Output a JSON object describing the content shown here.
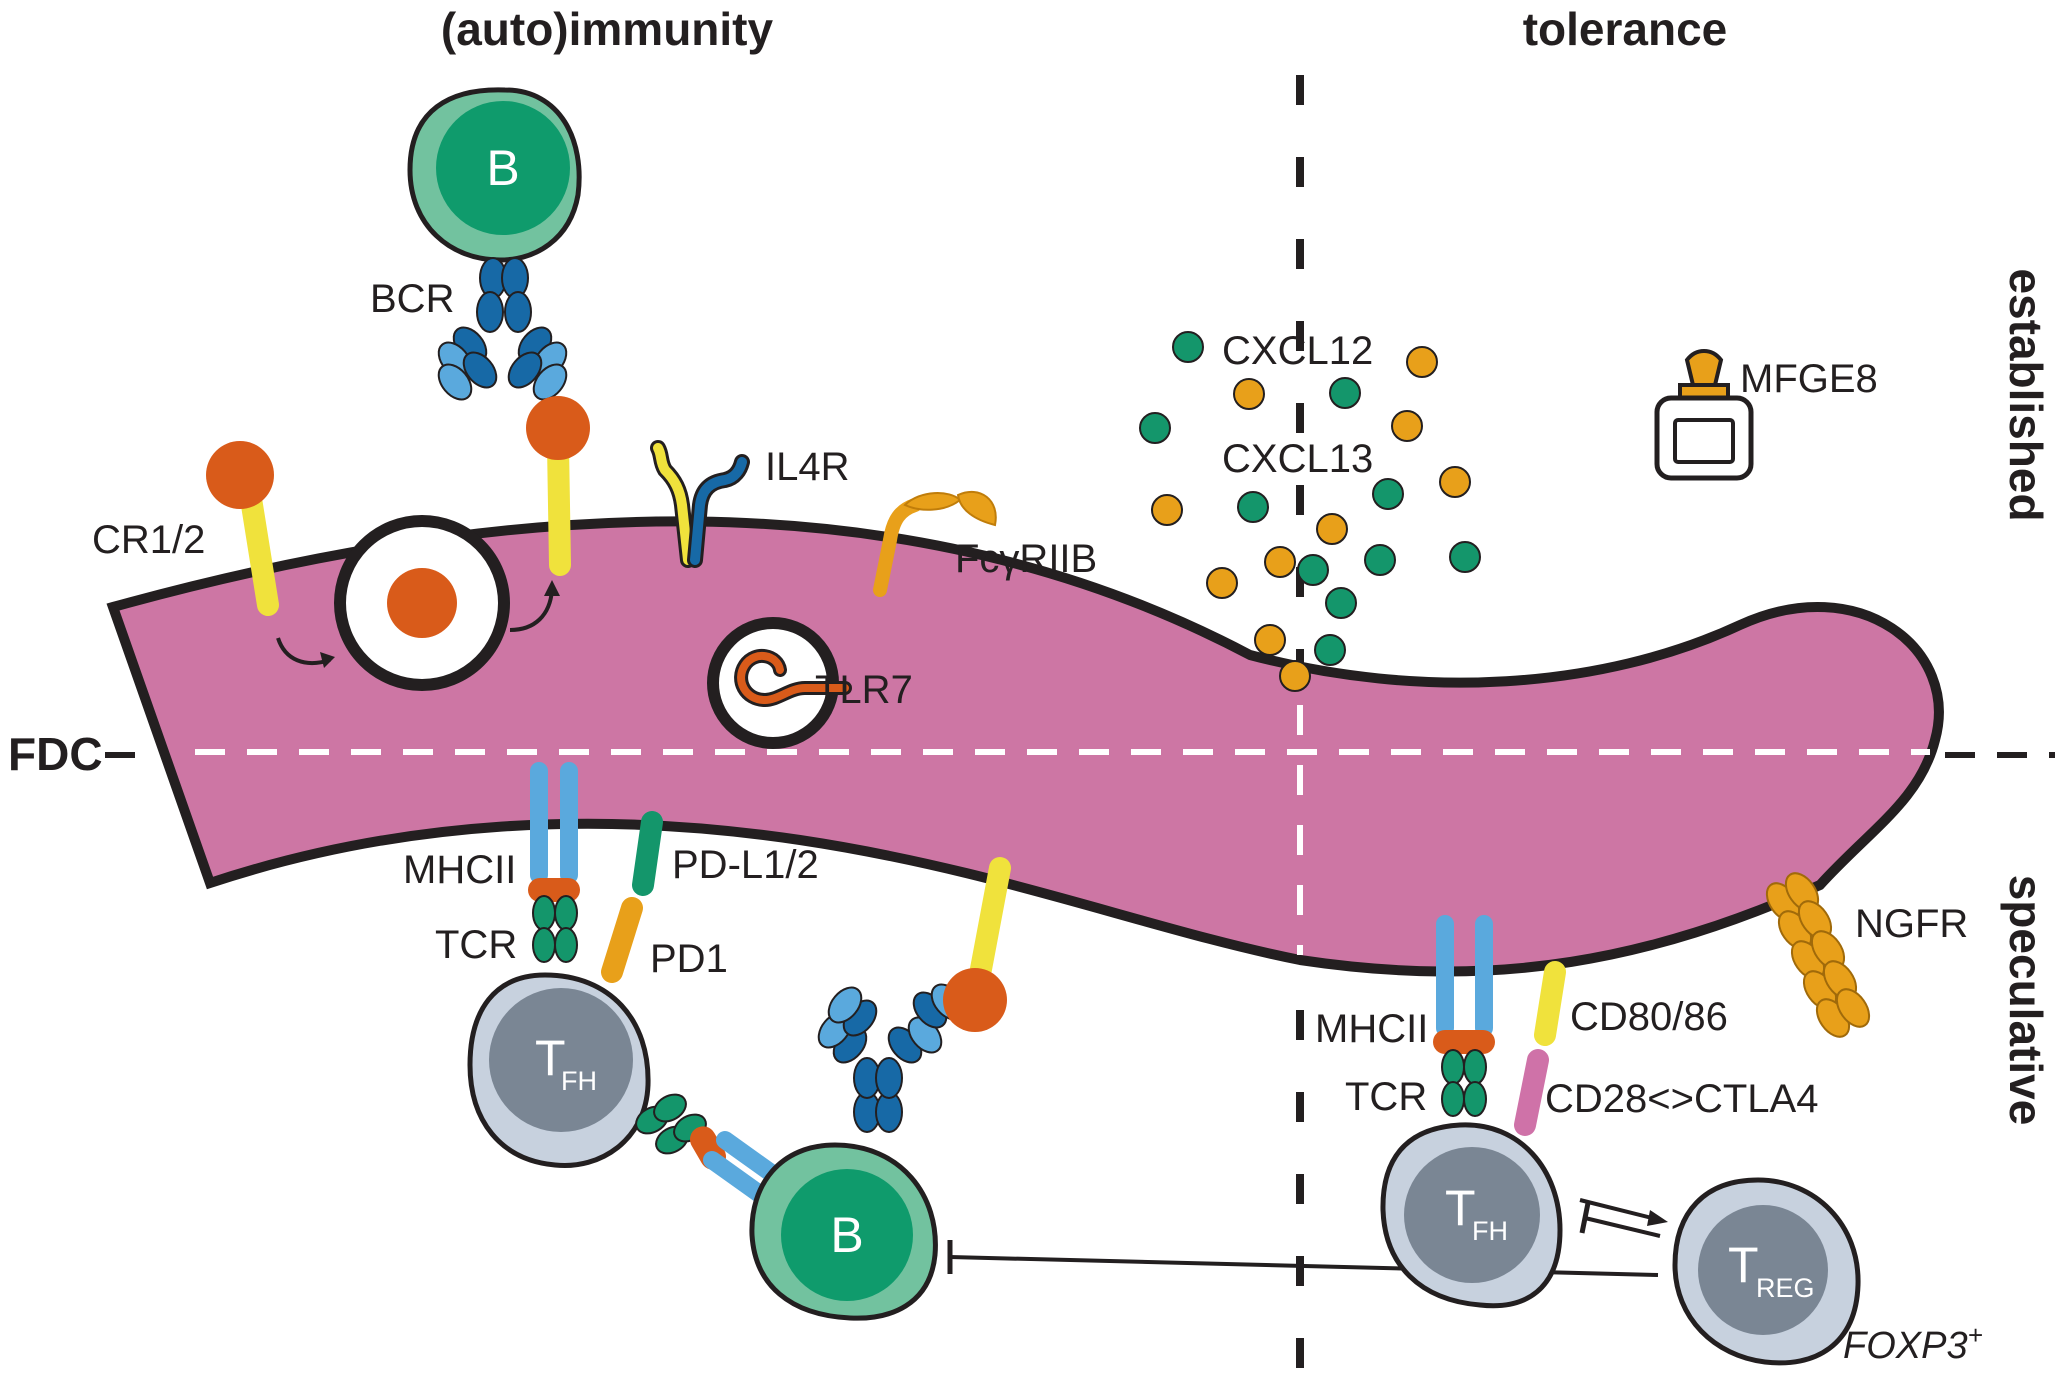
{
  "headers": {
    "left": "(auto)immunity",
    "right": "tolerance",
    "side_top": "established",
    "side_bottom": "speculative",
    "fdc": "FDC"
  },
  "labels": {
    "bcr": "BCR",
    "cr12": "CR1/2",
    "il4r": "IL4R",
    "fcgriib": "FcγRIIB",
    "tlr7": "TLR7",
    "cxcl12": "CXCL12",
    "cxcl13": "CXCL13",
    "mfge8": "MFGE8",
    "mhcii_left": "MHCII",
    "tcr_left": "TCR",
    "pdl12": "PD-L1/2",
    "pd1": "PD1",
    "mhcii_right": "MHCII",
    "tcr_right": "TCR",
    "cd8086": "CD80/86",
    "cd28ctla4": "CD28<>CTLA4",
    "ngfr": "NGFR",
    "foxp3": "FOXP3",
    "foxp3_sup": "+"
  },
  "cells": {
    "b_top": "B",
    "b_bottom": "B",
    "tfh_left": "T",
    "tfh_left_sub": "FH",
    "tfh_right": "T",
    "tfh_right_sub": "FH",
    "treg": "T",
    "treg_sub": "REG"
  },
  "colors": {
    "fdc_body": "#cd76a4",
    "b_outer": "#72c29f",
    "b_inner": "#0f9b6c",
    "t_outer": "#c7d1de",
    "t_inner": "#7a8694",
    "orange_red": "#d95b1a",
    "yellow": "#f0e23c",
    "amber": "#e8a01a",
    "dark_blue": "#1769a6",
    "light_blue": "#5aa9dd",
    "green": "#14966b",
    "pink_receptor": "#cf72a8"
  }
}
